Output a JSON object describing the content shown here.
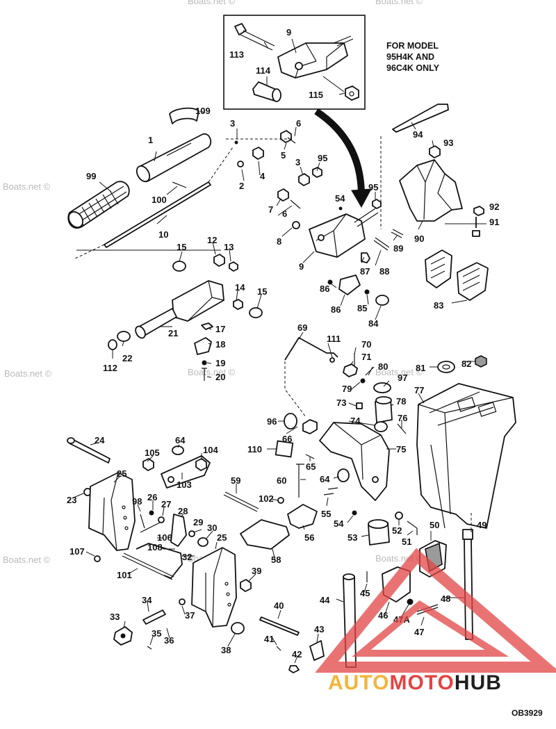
{
  "inset_note": {
    "line1": "FOR MODEL",
    "line2": "95H4K AND",
    "line3": "96C4K ONLY"
  },
  "watermark": "Boats.net ©",
  "logo": {
    "part1": "AUTO",
    "part2": "MOTO",
    "part3": "HUB",
    "color1": "#f3b43a",
    "color2": "#e14444",
    "color3": "#1f1f1f"
  },
  "drawing_code": "OB3929",
  "callouts": [
    "113",
    "9",
    "114",
    "115",
    "109",
    "3",
    "6",
    "1",
    "5",
    "99",
    "2",
    "4",
    "3",
    "95",
    "100",
    "10",
    "7",
    "6",
    "8",
    "54",
    "9",
    "95",
    "94",
    "93",
    "92",
    "91",
    "89",
    "90",
    "15",
    "12",
    "13",
    "14",
    "15",
    "21",
    "17",
    "18",
    "19",
    "20",
    "112",
    "22",
    "86",
    "87",
    "88",
    "86",
    "85",
    "84",
    "83",
    "69",
    "111",
    "70",
    "71",
    "80",
    "81",
    "82",
    "79",
    "97",
    "73",
    "78",
    "77",
    "74",
    "76",
    "96",
    "66",
    "110",
    "75",
    "65",
    "24",
    "64",
    "104",
    "105",
    "103",
    "25",
    "23",
    "98",
    "26",
    "27",
    "28",
    "60",
    "59",
    "64",
    "102",
    "55",
    "54",
    "56",
    "53",
    "52",
    "51",
    "50",
    "49",
    "107",
    "106",
    "29",
    "30",
    "108",
    "32",
    "25",
    "101",
    "39",
    "58",
    "45",
    "46",
    "44",
    "48",
    "47A",
    "47",
    "34",
    "37",
    "33",
    "35",
    "36",
    "38",
    "40",
    "41",
    "43",
    "42"
  ]
}
